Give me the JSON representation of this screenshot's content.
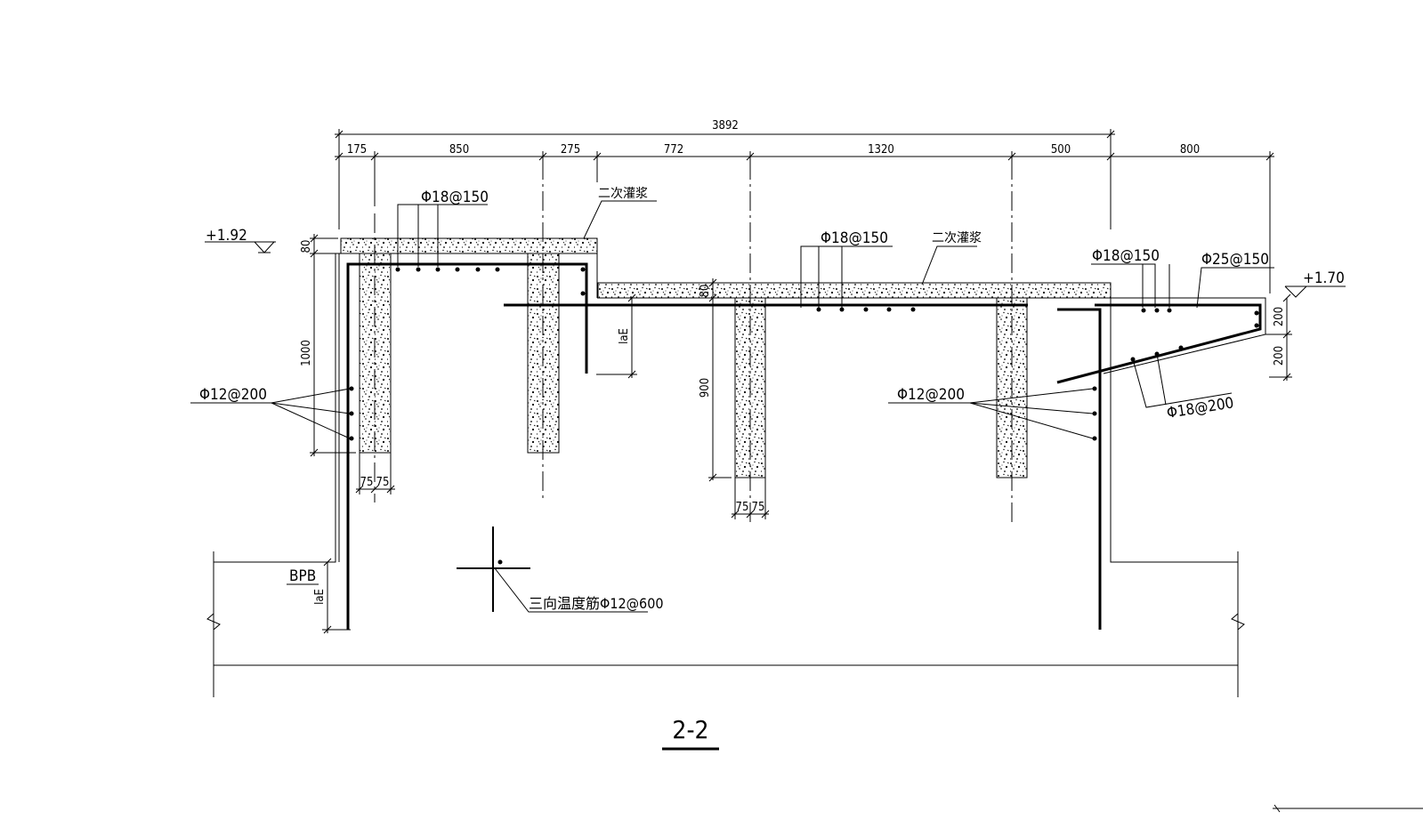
{
  "title": "2-2",
  "dimensions": {
    "overall": "3892",
    "segments": [
      "175",
      "850",
      "275",
      "772",
      "1320",
      "500",
      "800"
    ],
    "left_thickness": "80",
    "left_height": "1000",
    "mid_thickness": "80",
    "mid_height": "900",
    "right_a": "200",
    "right_b": "200",
    "pile_left": [
      "75",
      "75"
    ],
    "pile_mid": [
      "75",
      "75"
    ]
  },
  "elevations": {
    "left": "+1.92",
    "right": "+1.70"
  },
  "rebar_labels": {
    "top_left": "Φ18@150",
    "top_mid": "Φ18@150",
    "top_right": "Φ18@150",
    "right_25": "Φ25@150",
    "slope_18": "Φ18@200",
    "side_left": "Φ12@200",
    "side_right": "Φ12@200"
  },
  "notes": {
    "grout_left": "二次灌浆",
    "grout_mid": "二次灌浆",
    "temp_steel": "三向温度筋Φ12@600",
    "bpb": "BPB",
    "lae_left": "laE",
    "lae_mid": "laE"
  }
}
